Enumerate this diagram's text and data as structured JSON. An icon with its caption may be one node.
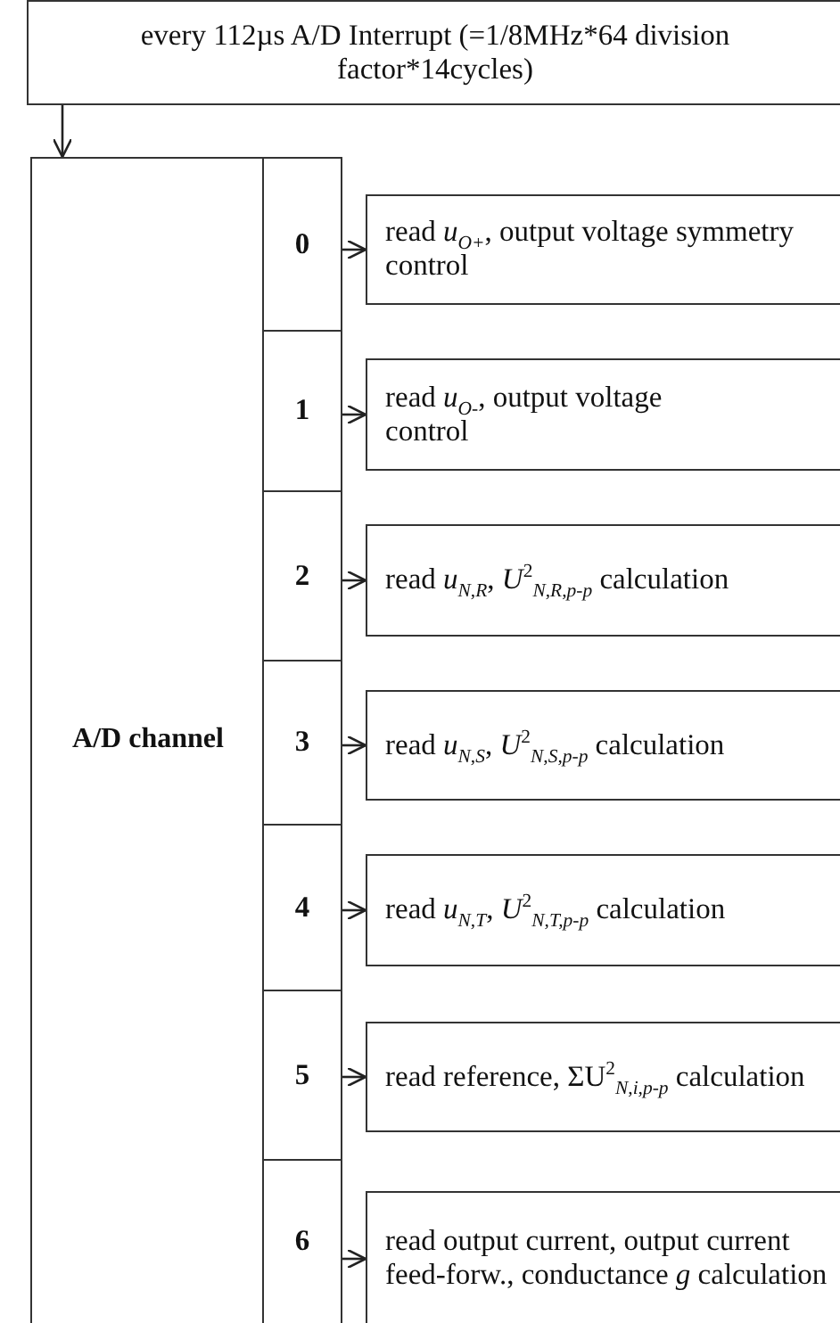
{
  "diagram": {
    "nodes": [
      {
        "text": [
          "every 112µs A/D Interrupt (=1/8MHz*64 division factor*14cycles)"
        ]
      },
      {
        "text": [
          "A/D channel"
        ]
      },
      {
        "text": [
          "0"
        ]
      },
      {
        "text": [
          "1"
        ]
      },
      {
        "text": [
          "2"
        ]
      },
      {
        "text": [
          "3"
        ]
      },
      {
        "text": [
          "4"
        ]
      },
      {
        "text": [
          "5"
        ]
      },
      {
        "text": [
          "6"
        ]
      },
      {
        "text": [
          "read *u*$_{O+}$, output voltage symmetry control"
        ]
      },
      {
        "text": [
          "read *u*$_{O-}$, output voltage control"
        ]
      },
      {
        "text": [
          "read *u*$_{N,R}$, *U*$^{2}$$_{N,R,p-p}$ calculation"
        ]
      },
      {
        "text": [
          "read *u*$_{N,S}$, *U*$^{2}$$_{N,S,p-p}$ calculation"
        ]
      },
      {
        "text": [
          "read *u*$_{N,T}$, *U*$^{2}$$_{N,T,p-p}$ calculation"
        ]
      },
      {
        "text": [
          "read reference, ΣU$^{2}$$_{N,i,p-p}$ calculation"
        ]
      },
      {
        "text": [
          "read output current, output current feed-forw., conductance *g* calculation"
        ]
      }
    ],
    "edges": [
      {
        "from": 0,
        "to": 1,
        "arrow": "to"
      },
      {
        "from": 2,
        "to": 9,
        "arrow": "to"
      },
      {
        "from": 3,
        "to": 10,
        "arrow": "to"
      },
      {
        "from": 4,
        "to": 11,
        "arrow": "to"
      },
      {
        "from": 5,
        "to": 12,
        "arrow": "to"
      },
      {
        "from": 6,
        "to": 13,
        "arrow": "to"
      },
      {
        "from": 7,
        "to": 14,
        "arrow": "to"
      },
      {
        "from": 8,
        "to": 15,
        "arrow": "to"
      }
    ]
  }
}
